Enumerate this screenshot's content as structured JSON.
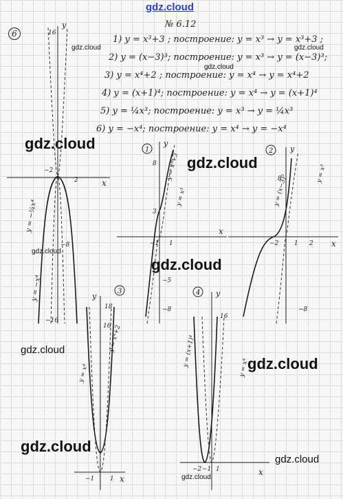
{
  "watermarks": {
    "top": "gdz.cloud",
    "w1": "gdz.cloud",
    "w2": "gdz.cloud",
    "w3": "gdz.cloud",
    "w4": "gdz.cloud",
    "w5": "gdz.cloud",
    "w6": "gdz.cloud",
    "w7": "gdz.cloud",
    "w8": "gdz.cloud",
    "w9": "gdz.cloud",
    "w10": "gdz.cloud",
    "w11": "gdz.cloud",
    "w12": "gdz.cloud"
  },
  "header": {
    "problem_circle": "6",
    "number": "№ 6.12"
  },
  "lines": [
    "1) y = x³+3 ; построение: y = x³ → y = x³+3 ;",
    "2) y = (x−3)³; построение: y = x³ → y = (x−3)³;",
    "3) y = x⁴+2 ; построение: y = x⁴ → y = x⁴+2",
    "4) y = (x+1)⁴; построение: y = x⁴ → y = (x+1)⁴",
    "5) y = ¼x³; построение: y = x³ → y = ¼x³",
    "6) y = −x⁴; построение: y = x⁴ → y = −x⁴"
  ],
  "graphs": {
    "g6": {
      "y": "y",
      "x": "x",
      "t16": "16",
      "t2": "2",
      "tm2": "−2",
      "tm8": "−8",
      "tm16": "−16",
      "eq1": "y = −¼x⁴",
      "eq2": "y = −x⁴"
    },
    "g1": {
      "num": "1",
      "y": "y",
      "x": "x",
      "t8": "8",
      "t3": "3",
      "t1": "1",
      "tm1": "−1",
      "tm5": "−5",
      "tm8": "−8",
      "eq1": "y = x³+3",
      "eq2": "y = x³"
    },
    "g2": {
      "num": "2",
      "y": "y",
      "x": "x",
      "t8": "8",
      "tm2": "−2",
      "t1": "1",
      "t2": "2",
      "tm8": "−8",
      "eq1": "y = (x−3)³",
      "eq2": "y = x³"
    },
    "g3": {
      "num": "3",
      "y": "y",
      "x": "x",
      "t18": "18",
      "t16": "16",
      "tm1": "−1",
      "t1": "1",
      "eq1": "y = x⁴",
      "eq2": "y = x⁴+2"
    },
    "g4": {
      "num": "4",
      "y": "y",
      "x": "x",
      "t16": "16",
      "tm2": "−2",
      "tm1": "−1",
      "t1": "1",
      "eq1": "y = (x+1)⁴",
      "eq2": "y = x⁴"
    }
  }
}
